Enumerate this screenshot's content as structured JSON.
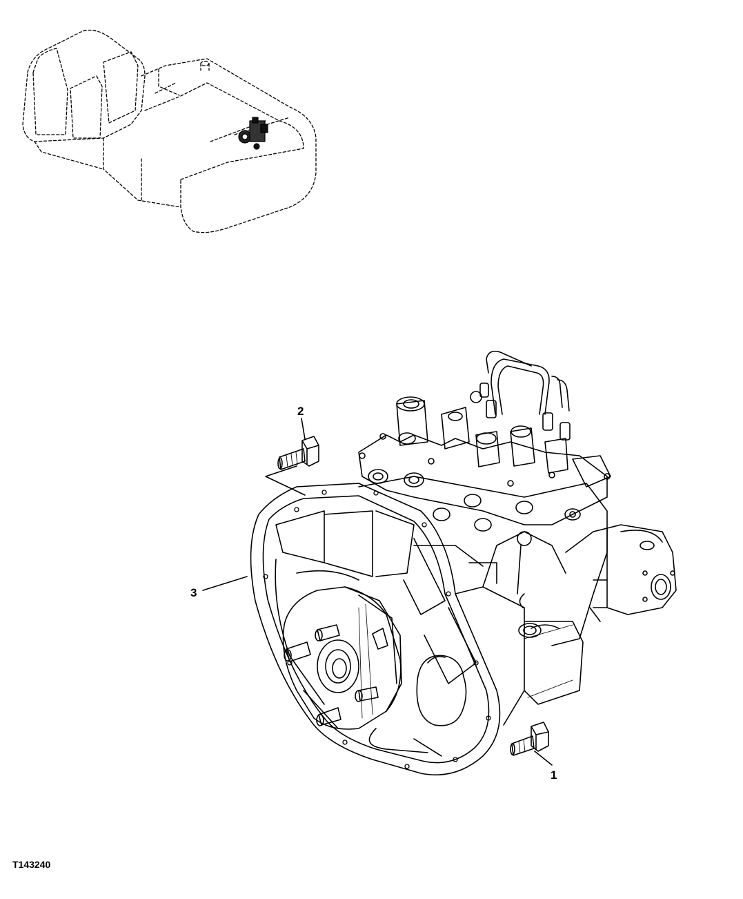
{
  "figure_id": "T143240",
  "callouts": [
    {
      "label": "1",
      "part": "cap-screw-lower"
    },
    {
      "label": "2",
      "part": "cap-screw-upper"
    },
    {
      "label": "3",
      "part": "flange-housing"
    }
  ],
  "icons": [
    "excavator-locator-icon",
    "hydraulic-pump-assembly-icon",
    "cap-screw-icon"
  ],
  "colors": {
    "line": "#000000",
    "background": "#ffffff"
  }
}
